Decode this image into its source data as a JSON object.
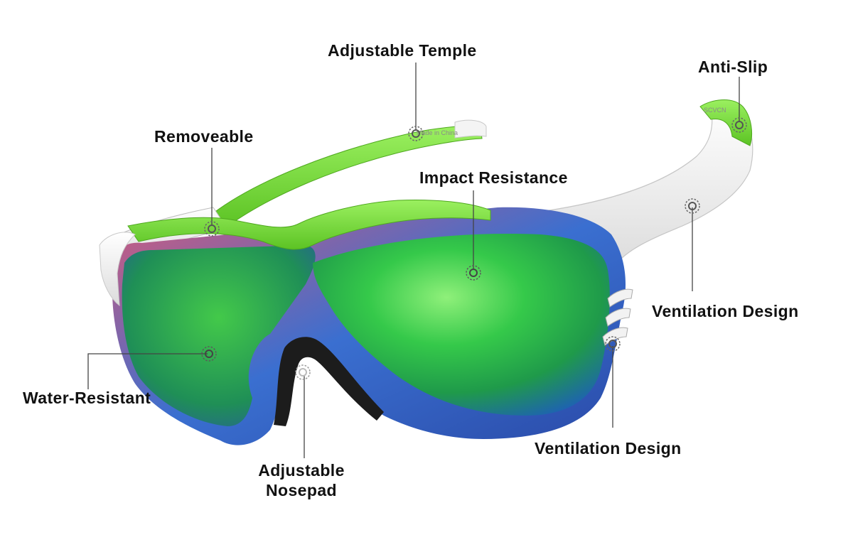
{
  "labels": {
    "adjustable_temple": "Adjustable Temple",
    "anti_slip": "Anti-Slip",
    "removeable": "Removeable",
    "impact_resistance": "Impact Resistance",
    "ventilation_design_upper": "Ventilation Design",
    "water_resistant": "Water-Resistant",
    "adjustable_nosepad_line1": "Adjustable",
    "adjustable_nosepad_line2": "Nosepad",
    "ventilation_design_lower": "Ventilation Design"
  },
  "engraving": {
    "temple_text": "Made in China",
    "tip_text": "SCVCN"
  },
  "colors": {
    "frame_green": "#7ee23a",
    "frame_green_dark": "#56b81f",
    "frame_white": "#f4f4f4",
    "lens_green": "#3fcf55",
    "lens_blue": "#2b63c9",
    "lens_edge_red": "#c24a6a",
    "nosepad_black": "#1c1c1c",
    "callout_line": "#444444"
  }
}
